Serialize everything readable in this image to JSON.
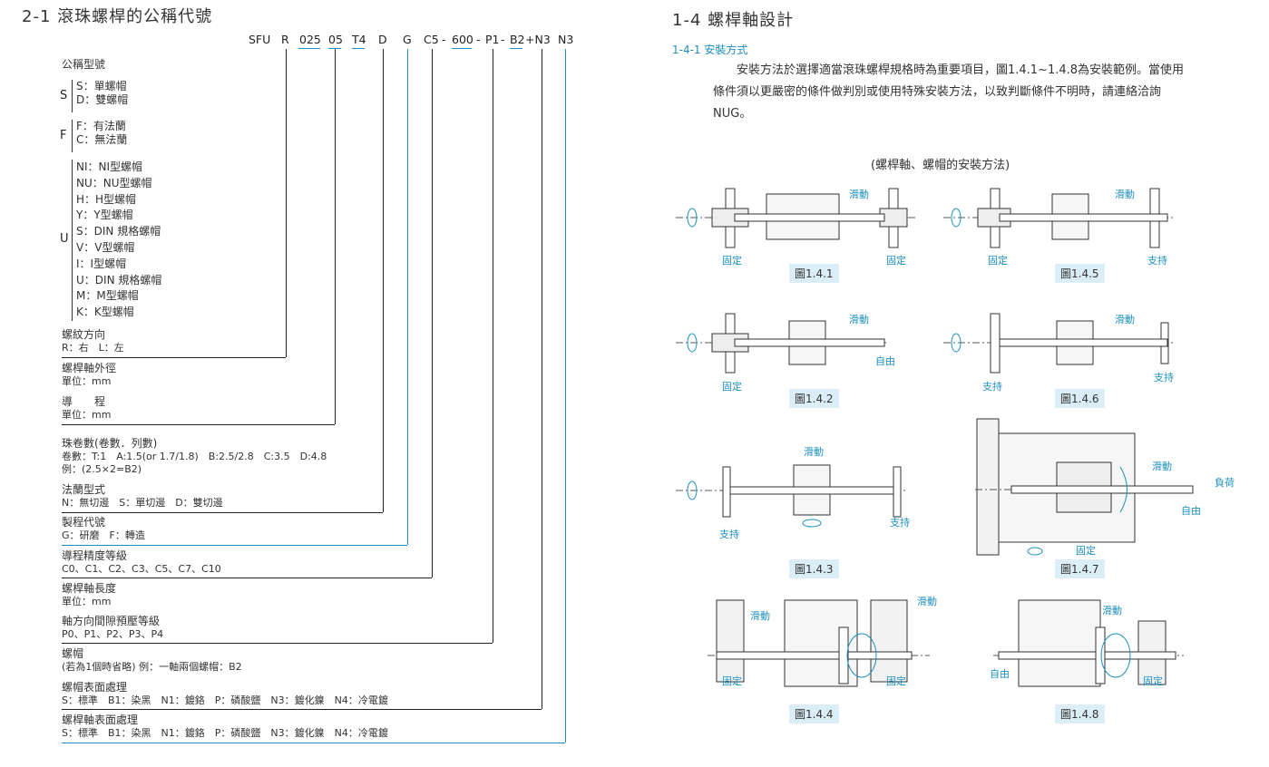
{
  "left": {
    "title": "2-1 滾珠螺桿的公稱代號",
    "code_parts": [
      "SFU",
      "R",
      "025",
      "05",
      "T4",
      "D",
      "G",
      "C5",
      "-",
      "600",
      "-",
      "P1",
      "-",
      "B2",
      "+N3",
      "N3"
    ],
    "nominal_label": "公稱型號",
    "groups": [
      {
        "letter": "S",
        "items": [
          "S：單螺帽",
          "D：雙螺帽"
        ]
      },
      {
        "letter": "F",
        "items": [
          "F：有法蘭",
          "C：無法蘭"
        ]
      },
      {
        "letter": "U",
        "items": [
          "NI：NI型螺帽",
          "NU：NU型螺帽",
          "H：H型螺帽",
          "Y：Y型螺帽",
          "S：DIN 規格螺帽",
          "V：V型螺帽",
          "I：I型螺帽",
          "U：DIN 規格螺帽",
          "M：M型螺帽",
          "K：K型螺帽"
        ]
      }
    ],
    "specs": [
      {
        "title": "螺紋方向",
        "lines": [
          "R：右　L：左"
        ]
      },
      {
        "title": "螺桿軸外徑",
        "lines": [
          "單位：mm"
        ]
      },
      {
        "title": "導　　程",
        "lines": [
          "單位：mm"
        ]
      },
      {
        "title": "珠卷數(卷數．列數)",
        "lines": [
          "卷數：T:1　A:1.5(or 1.7/1.8)　B:2.5/2.8　C:3.5　D:4.8",
          "例：(2.5×2=B2)"
        ]
      },
      {
        "title": "法蘭型式",
        "lines": [
          "N：無切邊　S：單切邊　D：雙切邊"
        ]
      },
      {
        "title": "製程代號",
        "lines": [
          "G：研磨　F：轉造"
        ]
      },
      {
        "title": "導程精度等級",
        "lines": [
          "C0、C1、C2、C3、C5、C7、C10"
        ]
      },
      {
        "title": "螺桿軸長度",
        "lines": [
          "單位：mm"
        ]
      },
      {
        "title": "軸方向間隙預壓等級",
        "lines": [
          "P0、P1、P2、P3、P4"
        ]
      },
      {
        "title": "螺帽",
        "lines": [
          "(若為1個時省略) 例：一軸兩個螺帽：B2"
        ]
      },
      {
        "title": "螺帽表面處理",
        "lines": [
          "S：標準　B1：染黑　N1：鍍鉻　P：磷酸鹽　N3：鍍化鎳　N4：冷電鍍"
        ]
      },
      {
        "title": "螺桿軸表面處理",
        "lines": [
          "S：標準　B1：染黑　N1：鍍鉻　P：磷酸鹽　N3：鍍化鎳　N4：冷電鍍"
        ]
      }
    ]
  },
  "right": {
    "title": "1-4  螺桿軸設計",
    "subsection": "1-4-1 安裝方式",
    "paragraph_lines": [
      "安裝方法於選擇適當滾珠螺桿規格時為重要項目，圖1.4.1~1.4.8為安裝範例。當使用",
      "條件須以更嚴密的條件做判別或使用特殊安裝方法，以致判斷條件不明時，請連絡洽詢",
      "NUG。"
    ],
    "figure_heading": "(螺桿軸、螺帽的安裝方法)",
    "figures": [
      {
        "caption": "圖1.4.1",
        "left": "固定",
        "right": "固定",
        "top": "滑動"
      },
      {
        "caption": "圖1.4.5",
        "left": "固定",
        "right": "支持",
        "top": "滑動"
      },
      {
        "caption": "圖1.4.2",
        "left": "固定",
        "right": "自由",
        "top": "滑動"
      },
      {
        "caption": "圖1.4.6",
        "left": "支持",
        "right": "支持",
        "top": "滑動"
      },
      {
        "caption": "圖1.4.3",
        "left": "支持",
        "right": "支持",
        "top": "滑動"
      },
      {
        "caption": "圖1.4.7",
        "left": "固定",
        "right": "自由",
        "top": "滑動",
        "extra": "負荷"
      },
      {
        "caption": "圖1.4.4",
        "left": "固定",
        "right": "固定",
        "top": "滑動",
        "top2": "滑動"
      },
      {
        "caption": "圖1.4.8",
        "left": "自由",
        "right": "固定",
        "top": "滑動"
      }
    ]
  },
  "colors": {
    "accent": "#1b8fbf",
    "caption_bg": "#dbeef7",
    "line": "#222222"
  }
}
